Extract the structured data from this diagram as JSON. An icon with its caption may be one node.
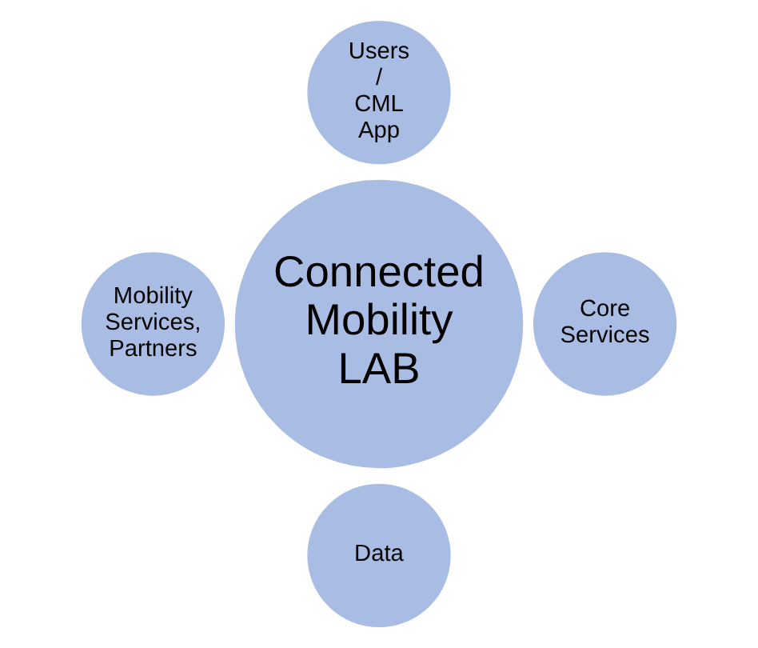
{
  "diagram": {
    "nodes": [
      {
        "text": [
          "Users / CML App"
        ]
      },
      {
        "text": [
          "Mobility Services, Partners"
        ]
      },
      {
        "text": [
          "Connected Mobility LAB"
        ]
      },
      {
        "text": [
          "Core Services"
        ]
      },
      {
        "text": [
          "Data"
        ]
      }
    ]
  }
}
